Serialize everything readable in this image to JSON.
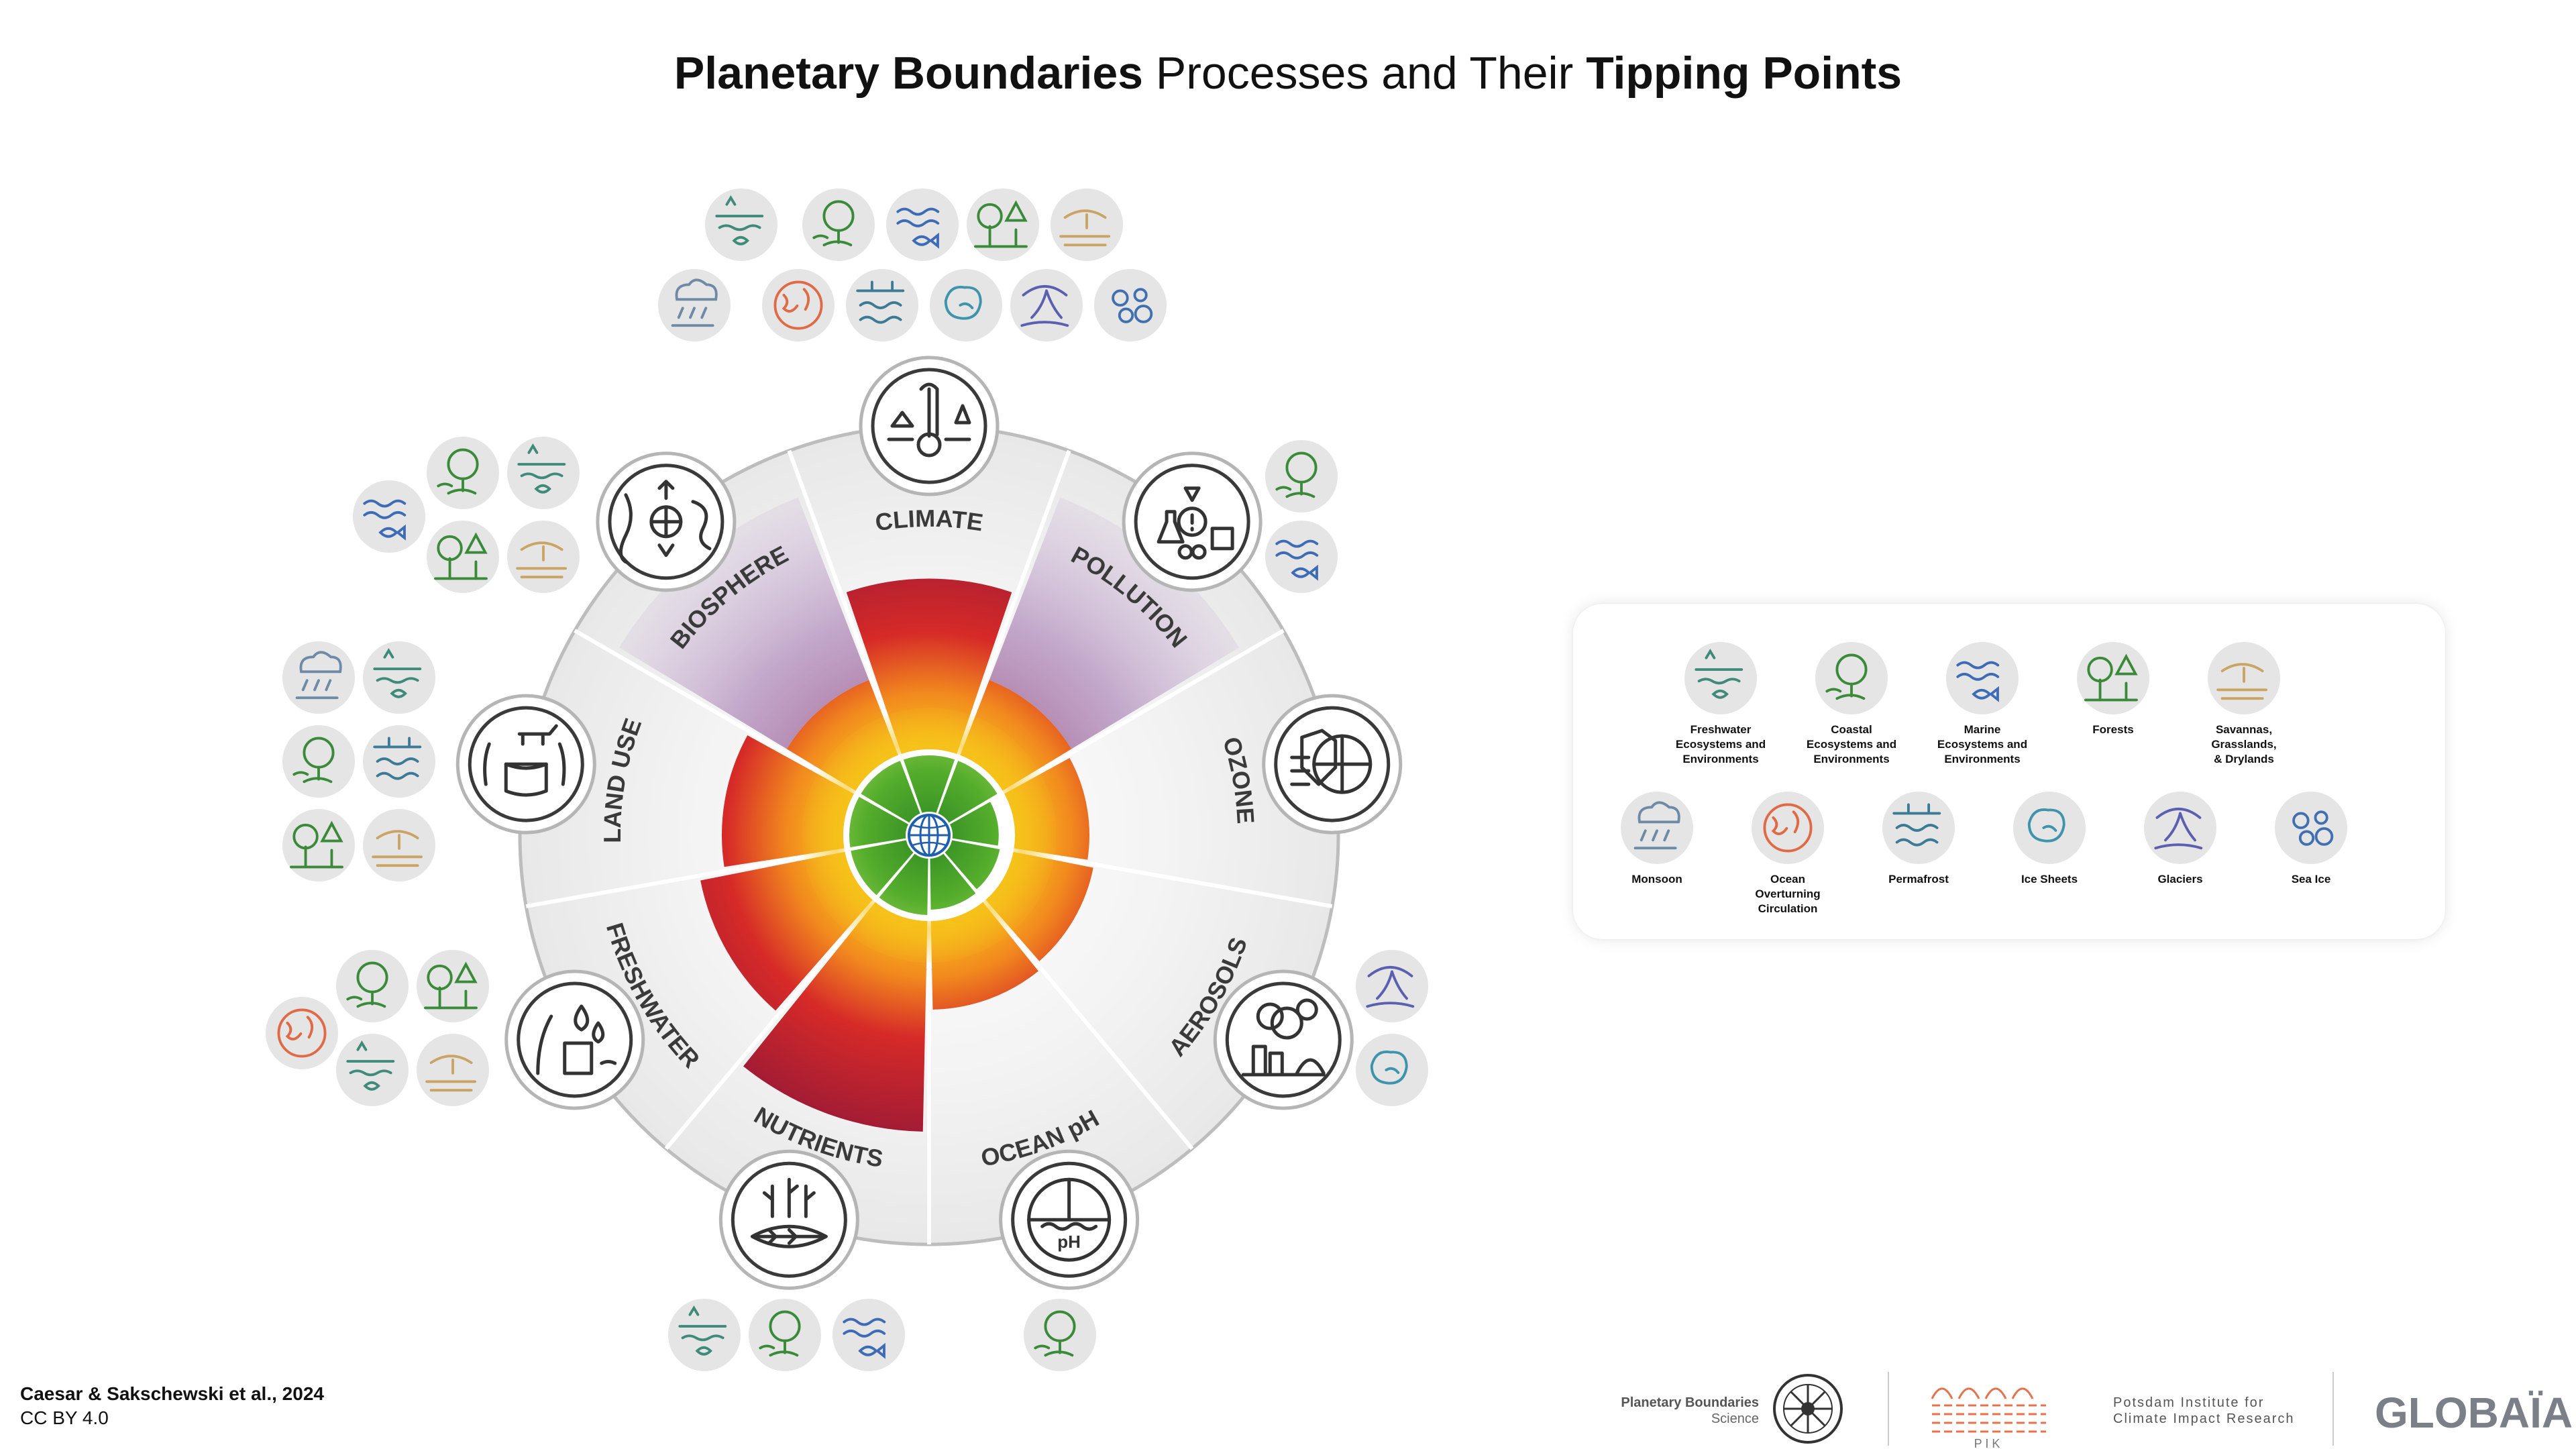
{
  "title": {
    "part1": "Planetary Boundaries",
    "part2": " Processes and Their ",
    "part3": "Tipping Points"
  },
  "processes": [
    {
      "label": "CLIMATE",
      "icon": "thermometer-ecosystem-icon"
    },
    {
      "label": "POLLUTION",
      "icon": "chemical-pollution-icon"
    },
    {
      "label": "OZONE",
      "icon": "ozone-shield-globe-icon"
    },
    {
      "label": "AEROSOLS",
      "icon": "aerosol-factory-icon"
    },
    {
      "label": "OCEAN pH",
      "icon": "ocean-ph-globe-icon"
    },
    {
      "label": "NUTRIENTS",
      "icon": "nutrients-plant-fish-icon"
    },
    {
      "label": "FRESHWATER",
      "icon": "freshwater-droplets-icon"
    },
    {
      "label": "LAND USE",
      "icon": "land-use-stump-icon"
    },
    {
      "label": "BIOSPHERE",
      "icon": "biosphere-globe-icon"
    }
  ],
  "chart_data": {
    "type": "radial-bar",
    "categories": [
      "CLIMATE",
      "POLLUTION",
      "OZONE",
      "AEROSOLS",
      "OCEAN pH",
      "NUTRIENTS",
      "FRESHWATER",
      "LAND USE",
      "BIOSPHERE"
    ],
    "status_level": [
      0.55,
      1.0,
      0.14,
      0.17,
      0.2,
      0.72,
      0.45,
      0.34,
      1.0
    ],
    "status_uncertain": [
      false,
      true,
      false,
      false,
      false,
      false,
      false,
      false,
      true
    ]
  },
  "legend": {
    "items": [
      {
        "label": "Freshwater\nEcosystems and\nEnvironments",
        "icon": "freshwater-ecosystem-icon"
      },
      {
        "label": "Coastal\nEcosystems and\nEnvironments",
        "icon": "coastal-ecosystem-icon"
      },
      {
        "label": "Marine\nEcosystems and\nEnvironments",
        "icon": "marine-ecosystem-icon"
      },
      {
        "label": "Forests",
        "icon": "forest-icon"
      },
      {
        "label": "Savannas,\nGrasslands,\n& Drylands",
        "icon": "savanna-icon"
      },
      {
        "label": "Monsoon",
        "icon": "monsoon-icon"
      },
      {
        "label": "Ocean\nOverturning\nCirculation",
        "icon": "ocean-circulation-icon"
      },
      {
        "label": "Permafrost",
        "icon": "permafrost-icon"
      },
      {
        "label": "Ice Sheets",
        "icon": "ice-sheet-icon"
      },
      {
        "label": "Glaciers",
        "icon": "glacier-icon"
      },
      {
        "label": "Sea Ice",
        "icon": "sea-ice-icon"
      }
    ]
  },
  "tipping_clusters": [
    {
      "process": "CLIMATE",
      "icons": [
        "freshwater",
        "coastal",
        "marine",
        "forests",
        "savanna",
        "monsoon",
        "ocean",
        "permafrost",
        "icesheet",
        "glacier",
        "seaice"
      ]
    },
    {
      "process": "POLLUTION",
      "icons": [
        "coastal",
        "marine"
      ]
    },
    {
      "process": "AEROSOLS",
      "icons": [
        "glacier",
        "icesheet"
      ]
    },
    {
      "process": "OCEAN pH",
      "icons": [
        "coastal"
      ]
    },
    {
      "process": "NUTRIENTS",
      "icons": [
        "freshwater",
        "coastal",
        "marine"
      ]
    },
    {
      "process": "FRESHWATER",
      "icons": [
        "coastal",
        "forests",
        "ocean",
        "freshwater",
        "savanna"
      ]
    },
    {
      "process": "LAND USE",
      "icons": [
        "monsoon",
        "freshwater",
        "coastal",
        "permafrost",
        "forests",
        "savanna"
      ]
    },
    {
      "process": "BIOSPHERE",
      "icons": [
        "coastal",
        "freshwater",
        "marine",
        "forests",
        "savanna"
      ]
    }
  ],
  "icon_colors": {
    "freshwater": "#3f8a78",
    "coastal": "#3a8a3a",
    "marine": "#3d6bb5",
    "forests": "#3a8a3a",
    "savanna": "#c9a464",
    "monsoon": "#6e8aa6",
    "ocean": "#e06a45",
    "permafrost": "#3d7a95",
    "icesheet": "#3e93ad",
    "glacier": "#5b5fb0",
    "seaice": "#4070b0"
  },
  "colors": {
    "safe": "#4ea82a",
    "zone_outer": "#5a1740",
    "zone_mid": "#d62a28",
    "zone_inner": "#f6c21a",
    "uncertain": "#8a5a9a"
  },
  "citation": {
    "authors": "Caesar & Sakschewski et al., 2024",
    "license": "CC BY 4.0"
  },
  "logos": {
    "pbs_line1": "Planetary Boundaries",
    "pbs_line2": "Science",
    "pik_line1": "Potsdam Institute for",
    "pik_line2": "Climate Impact Research",
    "pik_short": "P I K",
    "globaia": "GLOBAÏA"
  }
}
